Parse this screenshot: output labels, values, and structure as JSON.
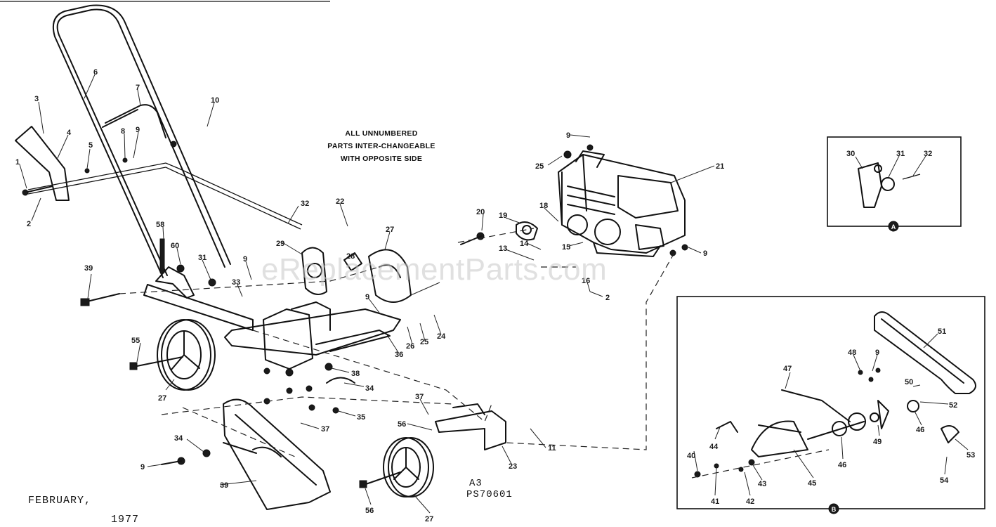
{
  "note": {
    "line1": "ALL UNNUMBERED",
    "line2": "PARTS INTER-CHANGEABLE",
    "line3": "WITH OPPOSITE SIDE"
  },
  "date": {
    "line1": "FEBRUARY,",
    "line2": "1977"
  },
  "drawing_code": {
    "line1": "A3",
    "line2": "PS70601"
  },
  "watermark": "eReplacementParts.com",
  "inset_a_marker": "A",
  "inset_b_marker": "B",
  "callouts": {
    "c1": "1",
    "c2": "2",
    "c3": "3",
    "c4": "4",
    "c5": "5",
    "c6": "6",
    "c7": "7",
    "c8": "8",
    "c9a": "9",
    "c10": "10",
    "c32a": "32",
    "c22": "22",
    "c27a": "27",
    "c29": "29",
    "c28": "28",
    "c58": "58",
    "c60": "60",
    "c31a": "31",
    "c9b": "9",
    "c39": "39",
    "c33": "33",
    "c55": "55",
    "c27b": "27",
    "c9c": "9",
    "c26": "26",
    "c25a": "25",
    "c24": "24",
    "c36": "36",
    "c38": "38",
    "c34a": "34",
    "c35": "35",
    "c37a": "37",
    "c37b": "37",
    "c56a": "56",
    "c11": "11",
    "c23": "23",
    "c34b": "34",
    "c9d": "9",
    "c39b": "39",
    "c56b": "56",
    "c27c": "27",
    "c9e": "9",
    "c25b": "25",
    "c21": "21",
    "c20": "20",
    "c19": "19",
    "c18": "18",
    "c13": "13",
    "c14": "14",
    "c15": "15",
    "c16": "16",
    "c2b": "2",
    "c9f": "9",
    "c30": "30",
    "c31b": "31",
    "c32b": "32",
    "c51": "51",
    "c48": "48",
    "c9g": "9",
    "c47": "47",
    "c50": "50",
    "c52": "52",
    "c46a": "46",
    "c44": "44",
    "c49": "49",
    "c53": "53",
    "c40": "40",
    "c43": "43",
    "c45": "45",
    "c46b": "46",
    "c41": "41",
    "c42": "42",
    "c54": "54"
  }
}
